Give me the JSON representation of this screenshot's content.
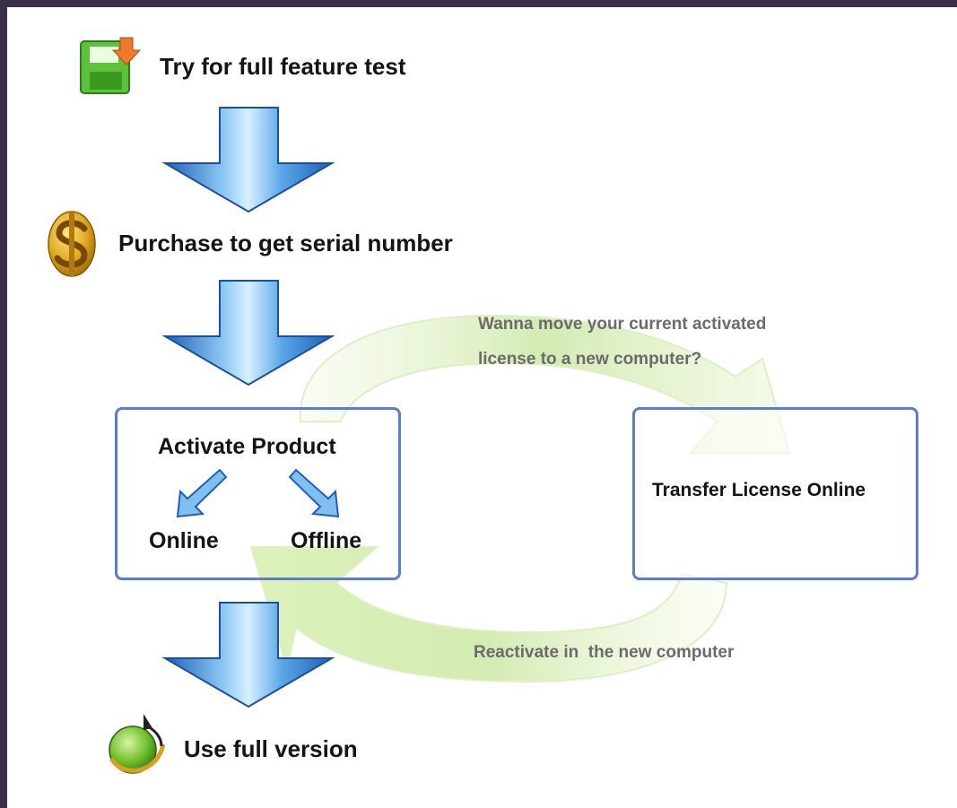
{
  "steps": {
    "try": "Try for full feature test",
    "purchase": "Purchase to get serial number",
    "use": "Use full version"
  },
  "activate_box": {
    "title": "Activate Product",
    "online": "Online",
    "offline": "Offline"
  },
  "transfer_box": {
    "title": "Transfer License Online"
  },
  "cycle_notes": {
    "move_question_line1": "Wanna move your current activated",
    "move_question_line2": "license to a new computer?",
    "reactivate": "Reactivate in  the new computer"
  },
  "icons": {
    "try": "floppy-download-icon",
    "purchase": "gold-dollar-icon",
    "use": "globe-with-orbit-icon"
  },
  "colors": {
    "frame": "#3b3147",
    "box_border": "#5a7fc8",
    "flow_arrow": "#2f74c8",
    "cycle_arrow": "#cfe8a8"
  }
}
